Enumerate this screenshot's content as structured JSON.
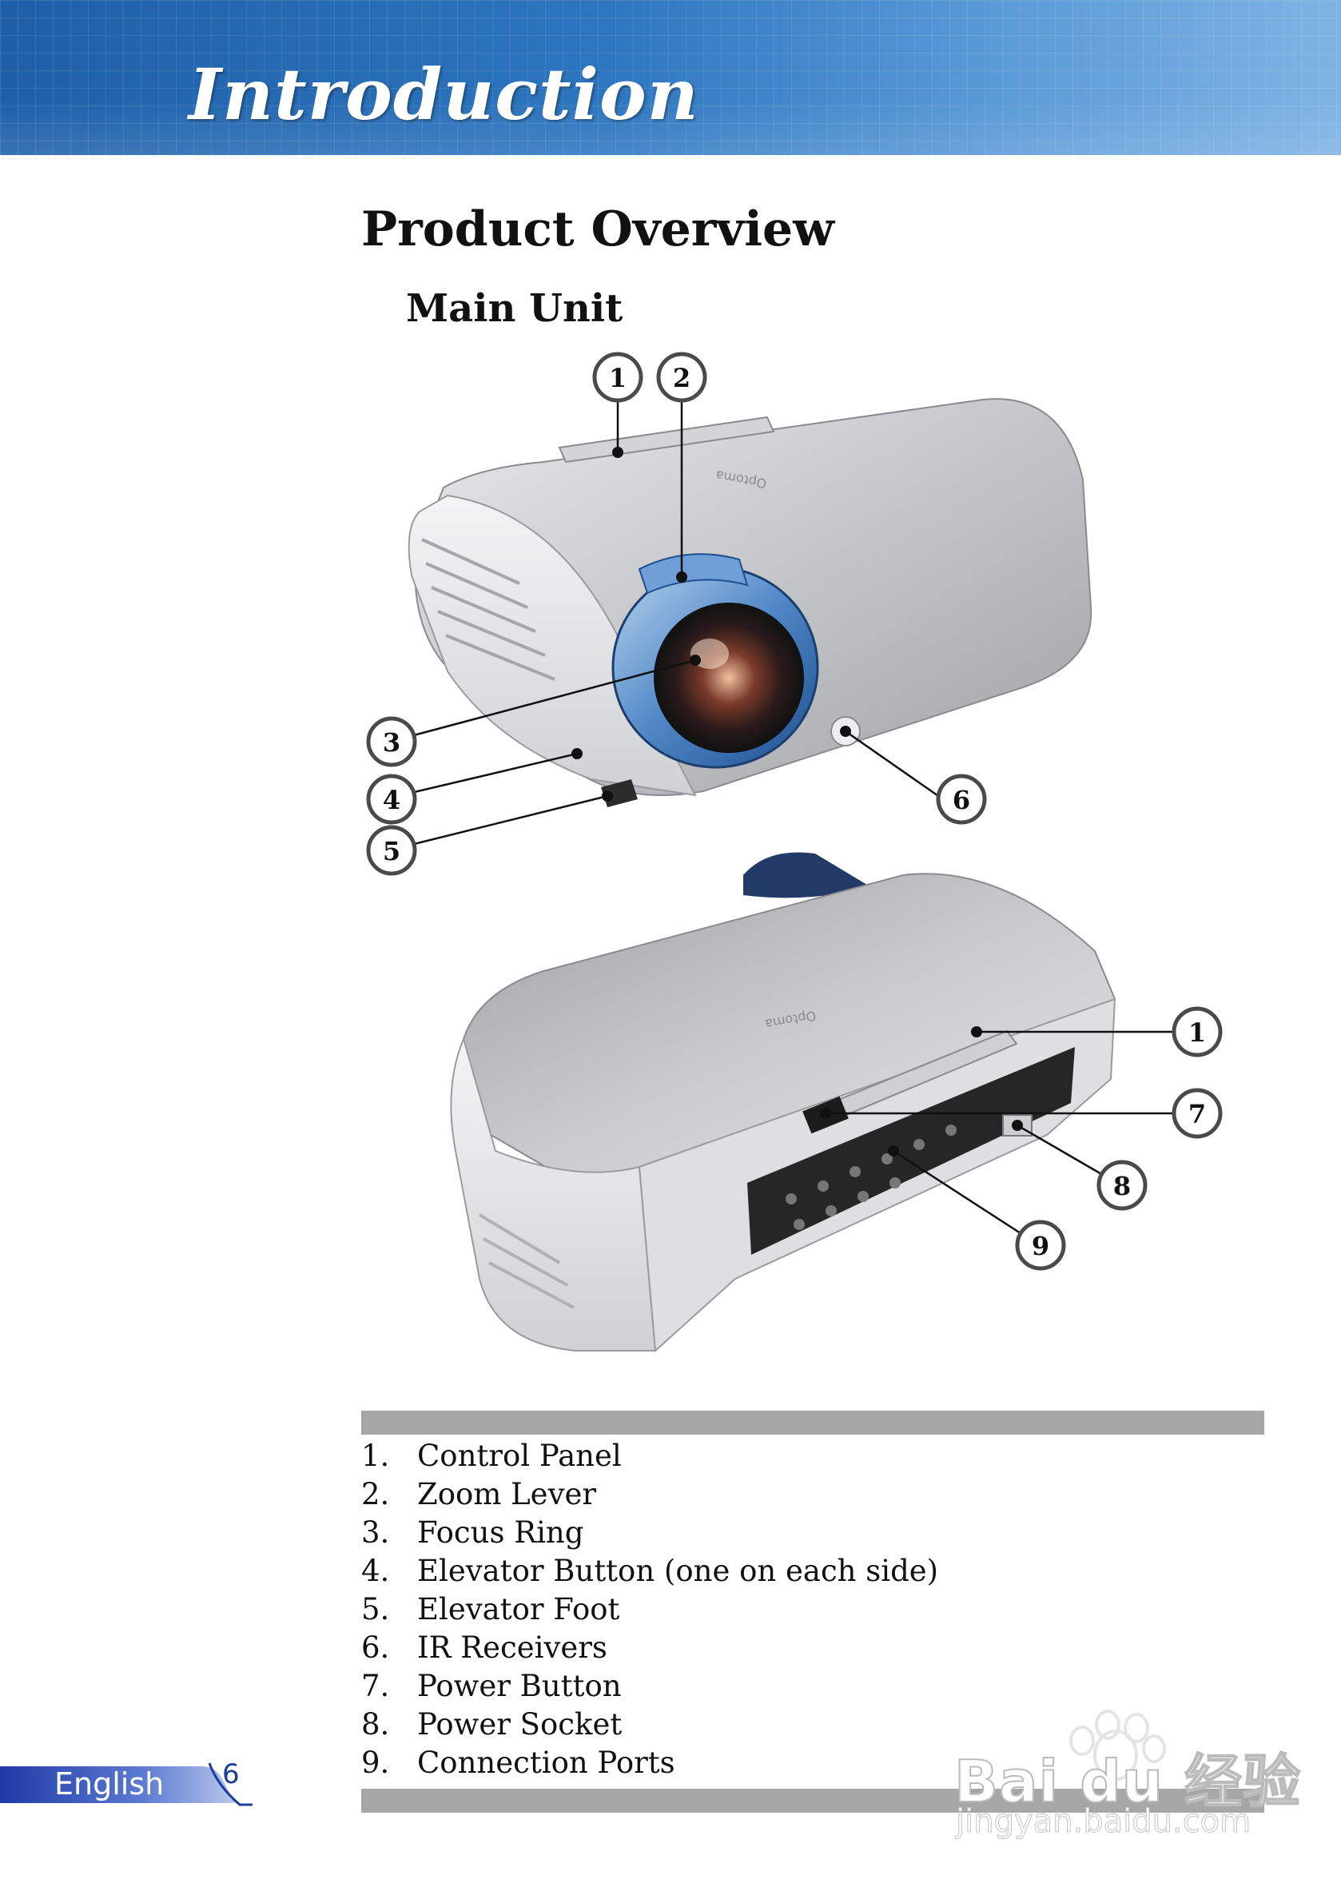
{
  "header": {
    "title": "Introduction"
  },
  "section": {
    "title": "Product Overview",
    "subtitle": "Main Unit"
  },
  "callouts": {
    "front": [
      "1",
      "2",
      "3",
      "4",
      "5",
      "6"
    ],
    "rear": [
      "1",
      "7",
      "8",
      "9"
    ]
  },
  "legend": [
    {
      "num": "1.",
      "label": "Control Panel"
    },
    {
      "num": "2.",
      "label": "Zoom Lever"
    },
    {
      "num": "3.",
      "label": "Focus Ring"
    },
    {
      "num": "4.",
      "label": "Elevator Button (one on each side)"
    },
    {
      "num": "5.",
      "label": "Elevator Foot"
    },
    {
      "num": "6.",
      "label": "IR Receivers"
    },
    {
      "num": "7.",
      "label": "Power Button"
    },
    {
      "num": "8.",
      "label": "Power Socket"
    },
    {
      "num": "9.",
      "label": "Connection Ports"
    }
  ],
  "footer": {
    "language": "English",
    "page": "6"
  },
  "watermark": {
    "brand": "Bai du 经验",
    "url": "jingyan.baidu.com"
  },
  "colors": {
    "banner": "#1e5fa8",
    "rule": "#a6a6a6",
    "footer_tab": "#1a3d9a"
  }
}
